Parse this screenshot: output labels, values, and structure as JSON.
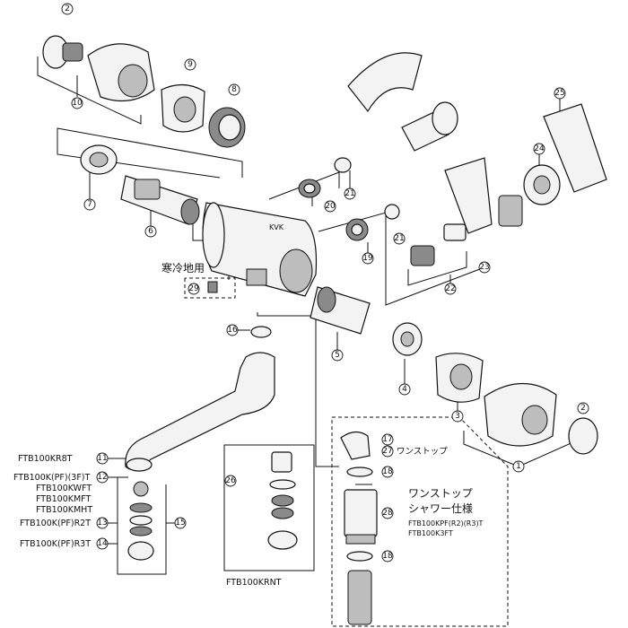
{
  "diagram": {
    "parts": [
      {
        "num": "①",
        "name": "handle-cap-1"
      },
      {
        "num": "②",
        "name": "handle-cover-2"
      },
      {
        "num": "③",
        "name": "handle-base-3"
      },
      {
        "num": "④",
        "name": "adapter-ring-4"
      },
      {
        "num": "⑤",
        "name": "thermo-cartridge-5"
      },
      {
        "num": "⑥",
        "name": "valve-cartridge-6"
      },
      {
        "num": "⑦",
        "name": "adapter-ring-7"
      },
      {
        "num": "⑧",
        "name": "ring-nut-8"
      },
      {
        "num": "⑨",
        "name": "handle-base-9"
      },
      {
        "num": "⑩",
        "name": "handle-cap-10"
      },
      {
        "num": "⑪",
        "name": "spout-11"
      },
      {
        "num": "⑫",
        "name": "aerator-12"
      },
      {
        "num": "⑬",
        "name": "aerator-13"
      },
      {
        "num": "⑭",
        "name": "aerator-14"
      },
      {
        "num": "⑮",
        "name": "aerator-set-15"
      },
      {
        "num": "⑯",
        "name": "o-ring-16"
      },
      {
        "num": "⑰",
        "name": "one-stop-elbow-17"
      },
      {
        "num": "⑱",
        "name": "packing-18"
      },
      {
        "num": "⑲",
        "name": "check-valve-19"
      },
      {
        "num": "⑳",
        "name": "check-valve-20"
      },
      {
        "num": "㉑",
        "name": "packing-21"
      },
      {
        "num": "㉒",
        "name": "check-valve-22"
      },
      {
        "num": "㉓",
        "name": "eccentric-pipe-23"
      },
      {
        "num": "㉔",
        "name": "flange-24"
      },
      {
        "num": "㉕",
        "name": "cover-25"
      },
      {
        "num": "㉖",
        "name": "aerator-set-26"
      },
      {
        "num": "㉗",
        "name": "one-stop-27"
      },
      {
        "num": "㉘",
        "name": "adapter-28"
      },
      {
        "num": "㉙",
        "name": "drain-plug-29"
      }
    ],
    "labels": {
      "cold_region": "寒冷地用",
      "one_stop": "ワンストップ",
      "one_stop_shower_1": "ワンストップ",
      "one_stop_shower_2": "シャワー仕様",
      "model_kpf": "FTB100KPF(R2)(R3)T",
      "model_k3ft": "FTB100K3FT",
      "model_kr8t": "FTB100KR8T",
      "model_3f": "FTB100K(PF)(3F)T",
      "model_kwft": "FTB100KWFT",
      "model_kmft": "FTB100KMFT",
      "model_kmht": "FTB100KMHT",
      "model_r2t": "FTB100K(PF)R2T",
      "model_r3t": "FTB100K(PF)R3T",
      "model_krnt": "FTB100KRNT",
      "body_logo": "KVK"
    }
  }
}
